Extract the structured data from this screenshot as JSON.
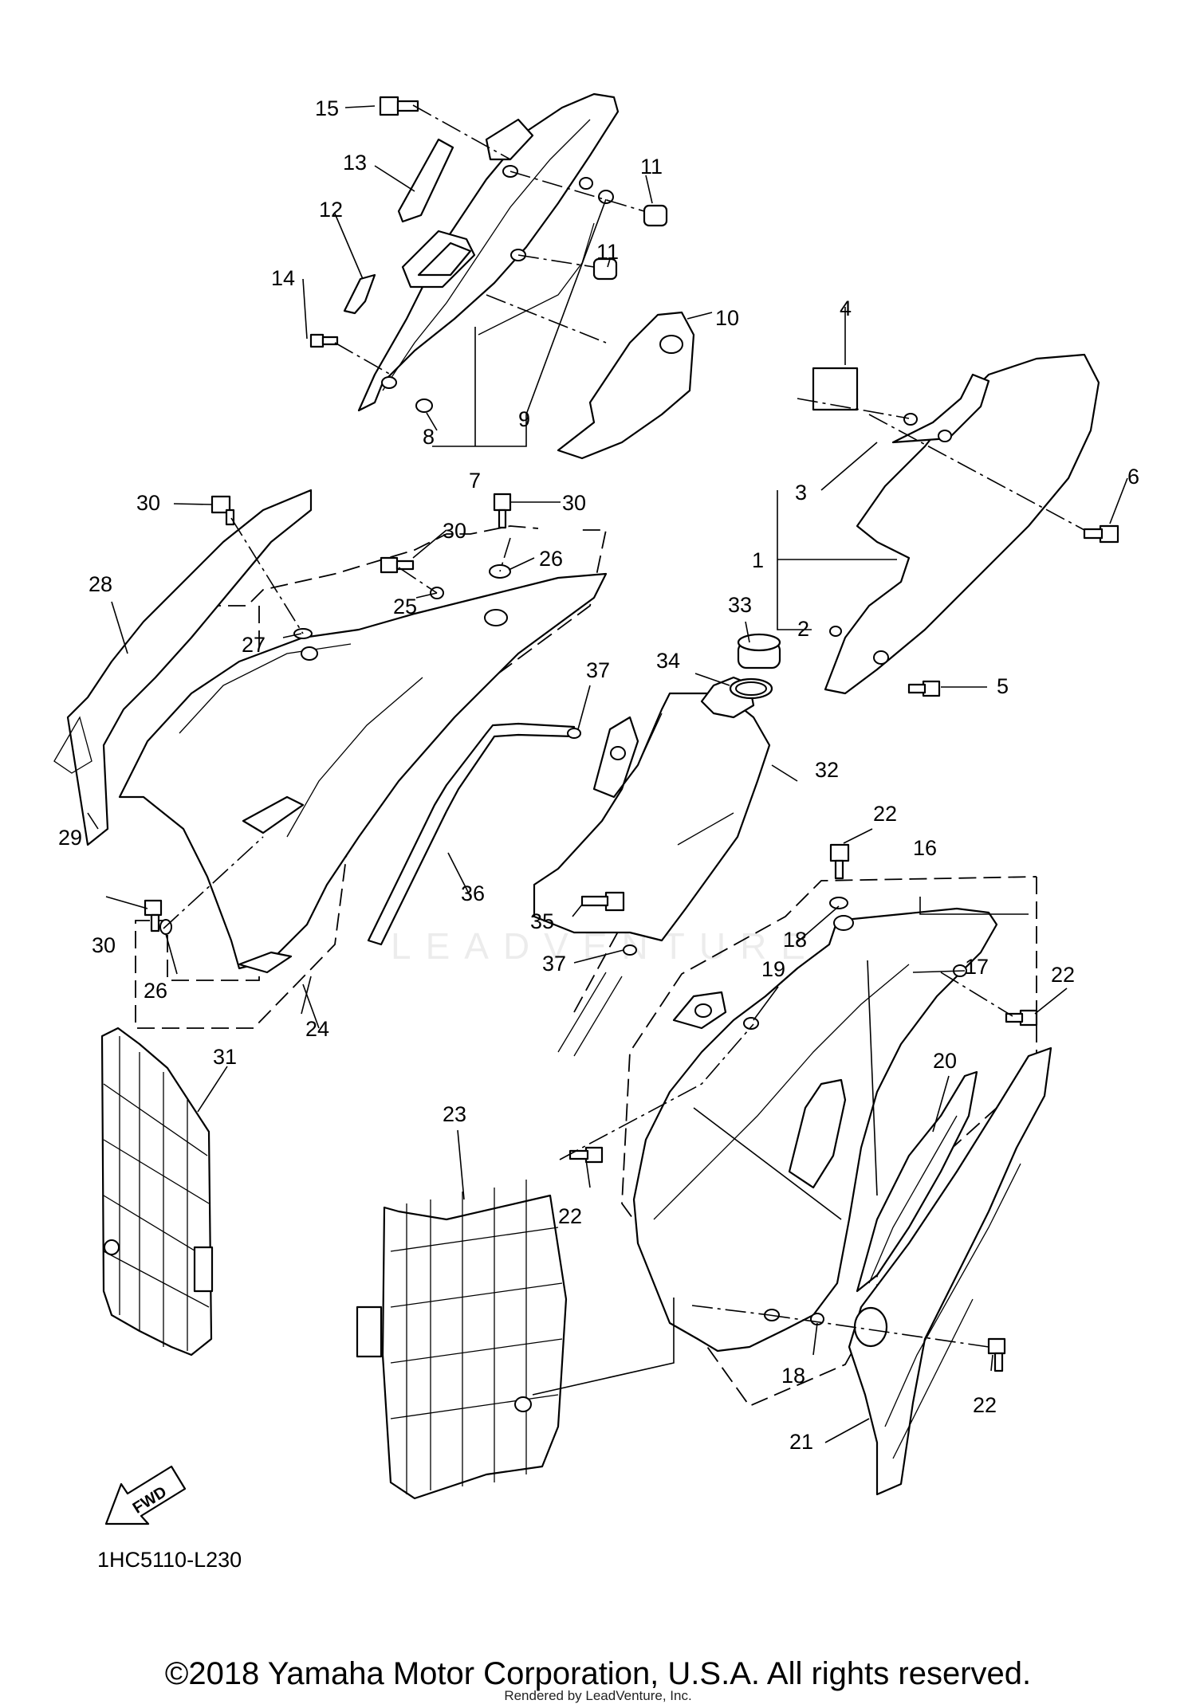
{
  "callouts": [
    {
      "id": "1",
      "label": "1"
    },
    {
      "id": "2",
      "label": "2"
    },
    {
      "id": "3",
      "label": "3"
    },
    {
      "id": "4",
      "label": "4"
    },
    {
      "id": "5",
      "label": "5"
    },
    {
      "id": "6",
      "label": "6"
    },
    {
      "id": "7",
      "label": "7"
    },
    {
      "id": "8",
      "label": "8"
    },
    {
      "id": "9",
      "label": "9"
    },
    {
      "id": "10",
      "label": "10"
    },
    {
      "id": "11a",
      "label": "11"
    },
    {
      "id": "11b",
      "label": "11"
    },
    {
      "id": "12",
      "label": "12"
    },
    {
      "id": "13",
      "label": "13"
    },
    {
      "id": "14",
      "label": "14"
    },
    {
      "id": "15",
      "label": "15"
    },
    {
      "id": "16",
      "label": "16"
    },
    {
      "id": "17",
      "label": "17"
    },
    {
      "id": "18a",
      "label": "18"
    },
    {
      "id": "18b",
      "label": "18"
    },
    {
      "id": "19",
      "label": "19"
    },
    {
      "id": "20",
      "label": "20"
    },
    {
      "id": "21",
      "label": "21"
    },
    {
      "id": "22a",
      "label": "22"
    },
    {
      "id": "22b",
      "label": "22"
    },
    {
      "id": "22c",
      "label": "22"
    },
    {
      "id": "22d",
      "label": "22"
    },
    {
      "id": "23",
      "label": "23"
    },
    {
      "id": "24",
      "label": "24"
    },
    {
      "id": "25",
      "label": "25"
    },
    {
      "id": "26a",
      "label": "26"
    },
    {
      "id": "26b",
      "label": "26"
    },
    {
      "id": "27",
      "label": "27"
    },
    {
      "id": "28",
      "label": "28"
    },
    {
      "id": "29",
      "label": "29"
    },
    {
      "id": "30a",
      "label": "30"
    },
    {
      "id": "30b",
      "label": "30"
    },
    {
      "id": "30c",
      "label": "30"
    },
    {
      "id": "30d",
      "label": "30"
    },
    {
      "id": "31",
      "label": "31"
    },
    {
      "id": "32",
      "label": "32"
    },
    {
      "id": "33",
      "label": "33"
    },
    {
      "id": "34",
      "label": "34"
    },
    {
      "id": "35",
      "label": "35"
    },
    {
      "id": "36",
      "label": "36"
    },
    {
      "id": "37a",
      "label": "37"
    },
    {
      "id": "37b",
      "label": "37"
    }
  ],
  "fwd_label": "FWD",
  "diagram_code": "1HC5110-L230",
  "watermark": "LEADVENTURE",
  "copyright": "©2018 Yamaha Motor Corporation, U.S.A. All rights reserved.",
  "renderer": "Rendered by LeadVenture, Inc."
}
